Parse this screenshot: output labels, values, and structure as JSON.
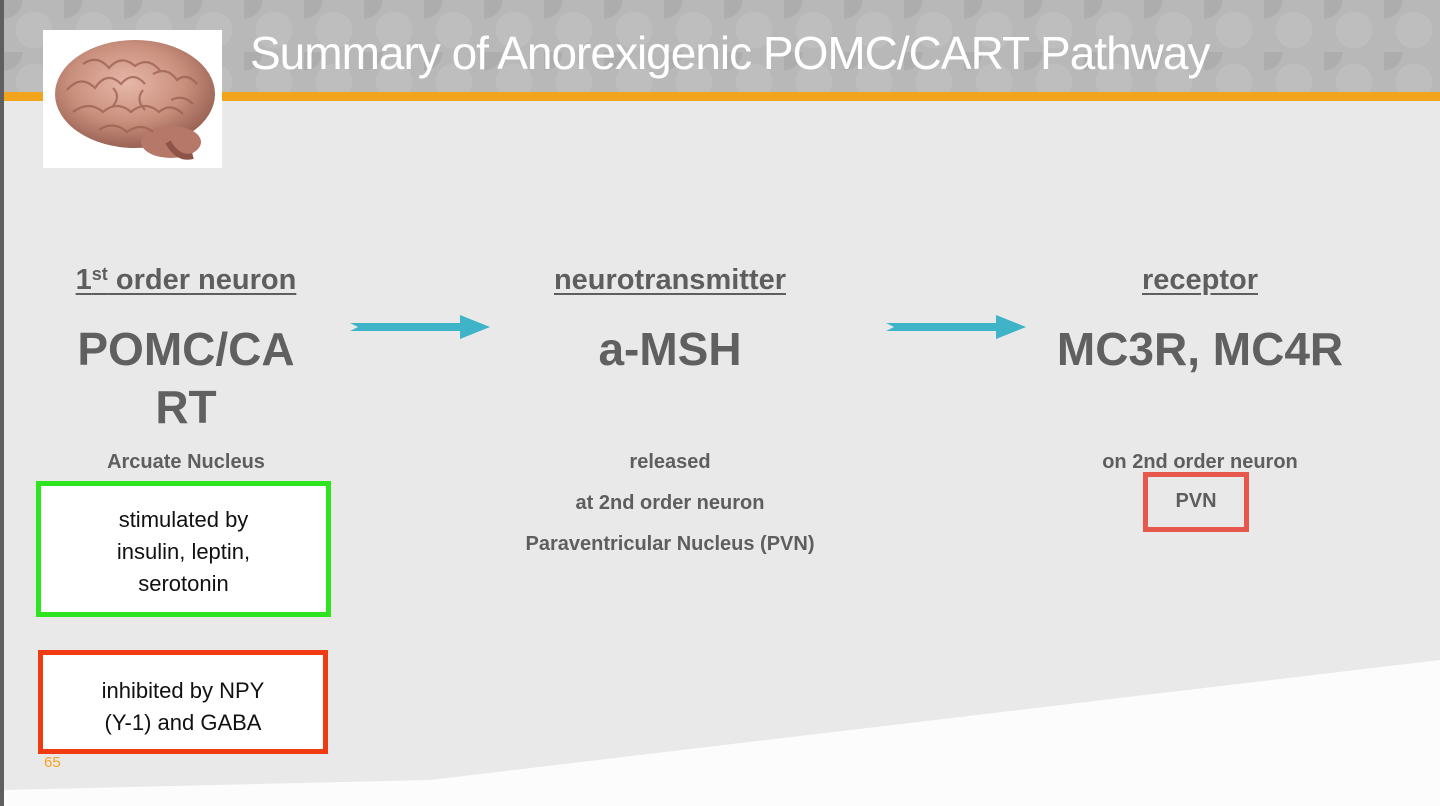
{
  "slide": {
    "title": "Summary of Anorexigenic POMC/CART Pathway",
    "page_number": "65",
    "logo": "brain-image"
  },
  "columns": {
    "first": {
      "heading_sup": "st",
      "heading_num": "1",
      "heading_rest": " order neuron",
      "big_line1": "POMC/CA",
      "big_line2": "RT",
      "sub": "Arcuate Nucleus"
    },
    "second": {
      "heading": "neurotransmitter",
      "big": "a-MSH",
      "line1": "released",
      "line2": "at 2nd order neuron",
      "line3": "Paraventricular Nucleus (PVN)"
    },
    "third": {
      "heading": "receptor",
      "big": "MC3R, MC4R",
      "line1": "on 2nd order neuron",
      "pvn": "PVN"
    }
  },
  "boxes": {
    "stimulated_line1": "stimulated by",
    "stimulated_line2": "insulin, leptin,",
    "stimulated_line3": "serotonin",
    "inhibited_line1": "inhibited by NPY",
    "inhibited_line2": "(Y-1) and GABA"
  },
  "colors": {
    "accent_orange": "#f2a51c",
    "arrow_teal": "#3fb3c8",
    "stimulated_border": "#2ee41f",
    "inhibited_border": "#f03a12",
    "pvn_border": "#e6574c"
  }
}
